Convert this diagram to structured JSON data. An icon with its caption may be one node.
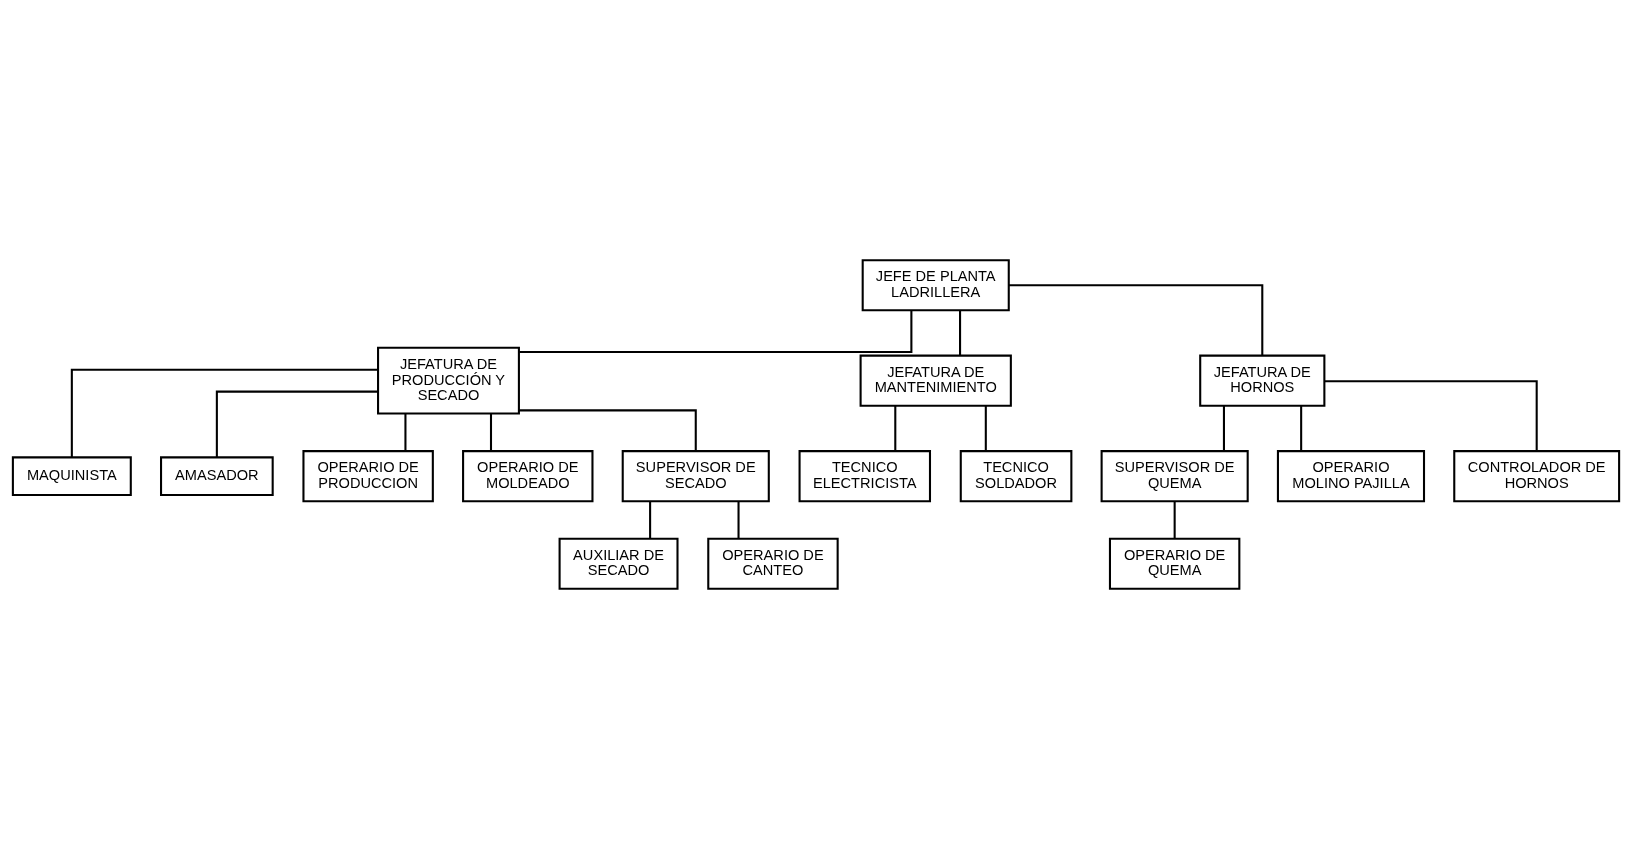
{
  "diagram": {
    "nodes": [
      {
        "text": [
          "JEFE DE PLANTA LADRILLERA"
        ]
      },
      {
        "text": [
          "JEFATURA DE PRODUCCIÓN Y SECADO"
        ]
      },
      {
        "text": [
          "JEFATURA DE MANTENIMIENTO"
        ]
      },
      {
        "text": [
          "JEFATURA DE HORNOS"
        ]
      },
      {
        "text": [
          "MAQUINISTA"
        ]
      },
      {
        "text": [
          "AMASADOR"
        ]
      },
      {
        "text": [
          "OPERARIO DE PRODUCCION"
        ]
      },
      {
        "text": [
          "OPERARIO DE MOLDEADO"
        ]
      },
      {
        "text": [
          "SUPERVISOR DE SECADO"
        ]
      },
      {
        "text": [
          "AUXILIAR DE SECADO"
        ]
      },
      {
        "text": [
          "OPERARIO DE CANTEO"
        ]
      },
      {
        "text": [
          "TECNICO ELECTRICISTA"
        ]
      },
      {
        "text": [
          "TECNICO SOLDADOR"
        ]
      },
      {
        "text": [
          "SUPERVISOR DE QUEMA"
        ]
      },
      {
        "text": [
          "OPERARIO DE QUEMA"
        ]
      },
      {
        "text": [
          "OPERARIO MOLINO PAJILLA"
        ]
      },
      {
        "text": [
          "CONTROLADOR DE HORNOS"
        ]
      }
    ],
    "edges": [
      {
        "from": 0,
        "to": 1,
        "arrow": "none"
      },
      {
        "from": 0,
        "to": 2,
        "arrow": "none"
      },
      {
        "from": 0,
        "to": 3,
        "arrow": "none"
      },
      {
        "from": 1,
        "to": 4,
        "arrow": "none"
      },
      {
        "from": 1,
        "to": 5,
        "arrow": "none"
      },
      {
        "from": 1,
        "to": 6,
        "arrow": "none"
      },
      {
        "from": 1,
        "to": 7,
        "arrow": "none"
      },
      {
        "from": 1,
        "to": 8,
        "arrow": "none"
      },
      {
        "from": 8,
        "to": 9,
        "arrow": "none"
      },
      {
        "from": 8,
        "to": 10,
        "arrow": "none"
      },
      {
        "from": 2,
        "to": 11,
        "arrow": "none"
      },
      {
        "from": 2,
        "to": 12,
        "arrow": "none"
      },
      {
        "from": 3,
        "to": 13,
        "arrow": "none"
      },
      {
        "from": 3,
        "to": 15,
        "arrow": "none"
      },
      {
        "from": 3,
        "to": 16,
        "arrow": "none"
      },
      {
        "from": 13,
        "to": 14,
        "arrow": "none"
      }
    ]
  }
}
